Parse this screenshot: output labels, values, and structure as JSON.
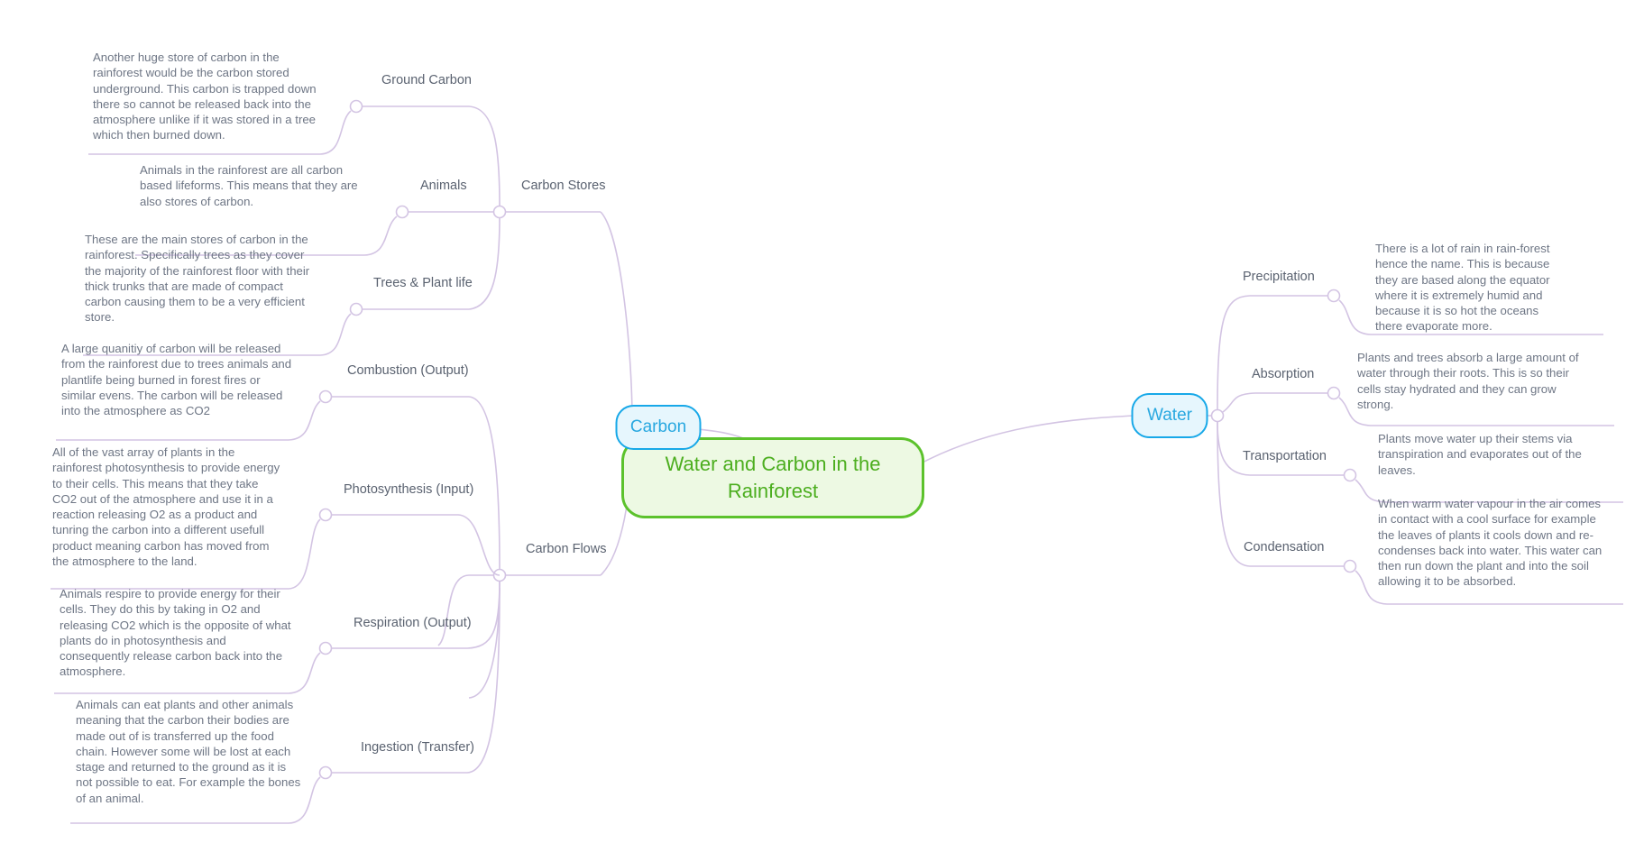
{
  "diagram": {
    "type": "mind-map",
    "title": "Water and Carbon in the Rainforest",
    "accent_colors": {
      "root_border": "#5CC22C",
      "root_fill": "#EDF9E3",
      "root_text": "#4CAE1F",
      "branch_border": "#17A8E8",
      "branch_fill": "#E6F6FD",
      "branch_text": "#29A8E0",
      "connector": "#D3C4E3",
      "label_text": "#5A6270",
      "note_text": "#6E7685",
      "background": "#FFFFFF"
    }
  },
  "root": {
    "label": "Water and Carbon in the\nRainforest"
  },
  "branches": {
    "carbon": {
      "label": "Carbon"
    },
    "water": {
      "label": "Water"
    }
  },
  "groups": {
    "carbon_stores": {
      "label": "Carbon Stores"
    },
    "carbon_flows": {
      "label": "Carbon Flows"
    }
  },
  "topics": {
    "ground_carbon": {
      "label": "Ground Carbon",
      "note": "Another huge store of carbon in the rainforest would be the carbon stored underground. This carbon is trapped down there so cannot be released back into the atmosphere unlike if it was stored in a tree which then burned down."
    },
    "animals": {
      "label": "Animals",
      "note": "Animals in the rainforest are all carbon based lifeforms. This means that they are also stores of carbon."
    },
    "trees_plant_life": {
      "label": "Trees & Plant life",
      "note": "These are the main stores of carbon in the rainforest. Specifically trees as they cover the majority of the rainforest floor with their thick trunks that are made of compact carbon causing them to be a very efficient store."
    },
    "combustion": {
      "label": "Combustion (Output)",
      "note": "A large quanitiy of carbon will be released from the rainforest due to trees animals and plantlife being burned in forest fires or similar evens. The carbon will be released into the atmosphere as CO2"
    },
    "photosynthesis": {
      "label": "Photosynthesis (Input)",
      "note": "All of the vast array of plants in the rainforest photosynthesis to provide energy to their cells. This means that they take CO2 out of the atmosphere and use it in a reaction releasing O2 as a product and tunring the carbon into a different usefull product meaning carbon has moved from the atmosphere to the land."
    },
    "respiration": {
      "label": "Respiration (Output)",
      "note": "Animals respire to provide energy for their cells. They do this by taking in O2 and releasing CO2 which is the opposite of what plants do in photosynthesis and consequently release carbon back into the atmosphere."
    },
    "ingestion": {
      "label": "Ingestion (Transfer)",
      "note": "Animals can eat plants and other animals meaning that the carbon their bodies are made out of is transferred up the food chain. However some will be lost at each stage and returned to the ground as it is not possible to eat. For example the bones of an animal."
    },
    "precipitation": {
      "label": "Precipitation",
      "note": "There is a lot of rain in rain-forest hence the name. This is because they are based along the equator where it is extremely humid and because it is so hot the oceans there evaporate more."
    },
    "absorption": {
      "label": "Absorption",
      "note": "Plants and trees absorb a large amount of water through their roots. This is so their cells stay hydrated and they can grow strong."
    },
    "transportation": {
      "label": "Transportation",
      "note": "Plants move water up their stems via transpiration and evaporates out of the leaves."
    },
    "condensation": {
      "label": "Condensation",
      "note": "When warm water vapour in the air comes in contact with a cool surface for example the leaves of plants it cools down and re-condenses back into water. This water can then run down the plant and into the soil allowing it to be absorbed."
    }
  }
}
